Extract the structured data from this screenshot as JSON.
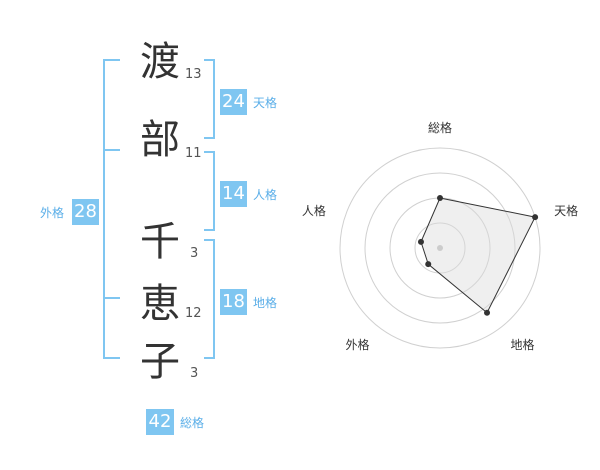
{
  "colors": {
    "accent": "#7fc6f1",
    "label": "#5aaee8",
    "text": "#333333"
  },
  "name": {
    "characters": [
      {
        "char": "渡",
        "strokes": "13"
      },
      {
        "char": "部",
        "strokes": "11"
      },
      {
        "char": "千",
        "strokes": "3"
      },
      {
        "char": "恵",
        "strokes": "12"
      },
      {
        "char": "子",
        "strokes": "3"
      }
    ]
  },
  "fortunes": {
    "tenkaku": {
      "value": "24",
      "label": "天格"
    },
    "jinkaku": {
      "value": "14",
      "label": "人格"
    },
    "chikaku": {
      "value": "18",
      "label": "地格"
    },
    "gaikaku": {
      "value": "28",
      "label": "外格"
    },
    "soukaku": {
      "value": "42",
      "label": "総格"
    }
  },
  "chart_data": {
    "type": "radar",
    "axes": [
      "総格",
      "天格",
      "地格",
      "外格",
      "人格"
    ],
    "values": [
      2.5,
      5,
      4,
      1,
      1
    ],
    "range": [
      0,
      5
    ],
    "rings": 4
  }
}
